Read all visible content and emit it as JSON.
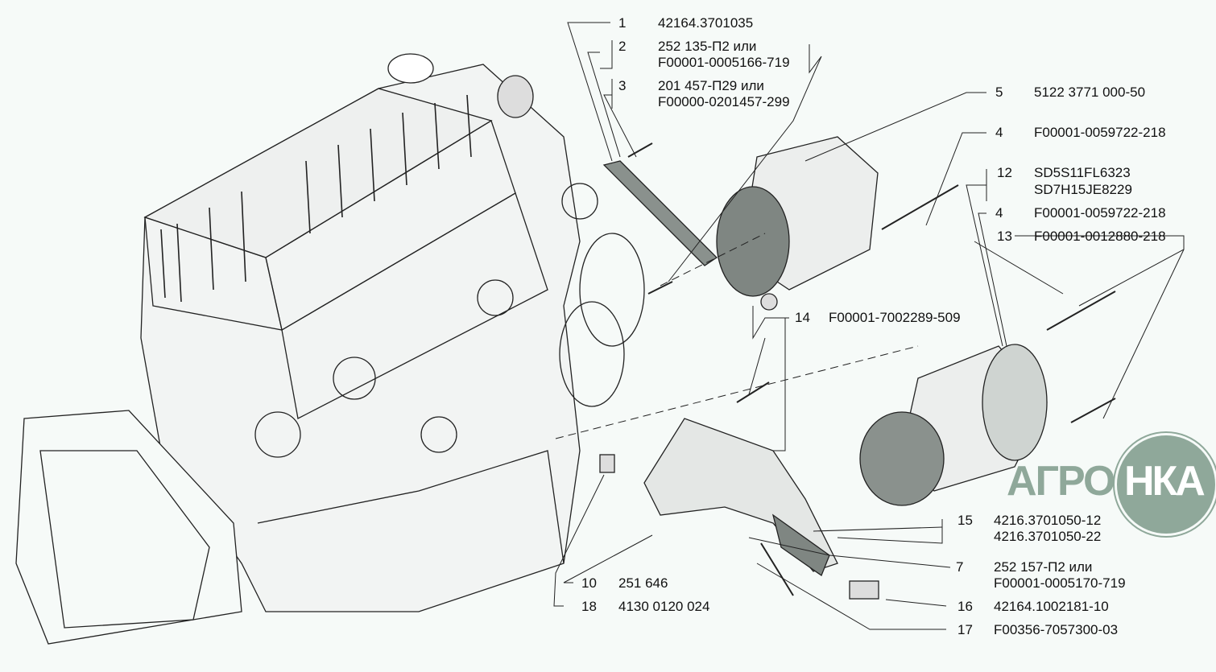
{
  "diagram": {
    "labels": [
      {
        "num": "1",
        "lines": [
          "42164.3701035"
        ]
      },
      {
        "num": "2",
        "lines": [
          "252 135-П2 или",
          "F00001-0005166-719"
        ]
      },
      {
        "num": "3",
        "lines": [
          "201 457-П29 или",
          "F00000-0201457-299"
        ]
      },
      {
        "num": "5",
        "lines": [
          "5122 3771 000-50"
        ]
      },
      {
        "num": "4",
        "lines": [
          "F00001-0059722-218"
        ]
      },
      {
        "num": "12",
        "lines": [
          "SD5S11FL6323",
          "SD7H15JE8229"
        ]
      },
      {
        "num": "4",
        "lines": [
          "F00001-0059722-218"
        ]
      },
      {
        "num": "13",
        "lines": [
          "F00001-0012880-218"
        ]
      },
      {
        "num": "14",
        "lines": [
          "F00001-7002289-509"
        ]
      },
      {
        "num": "15",
        "lines": [
          "4216.3701050-12",
          "4216.3701050-22"
        ]
      },
      {
        "num": "7",
        "lines": [
          "252 157-П2 или",
          "F00001-0005170-719"
        ]
      },
      {
        "num": "10",
        "lines": [
          "251 646"
        ]
      },
      {
        "num": "16",
        "lines": [
          "42164.1002181-10"
        ]
      },
      {
        "num": "18",
        "lines": [
          "4130 0120 024"
        ]
      },
      {
        "num": "17",
        "lines": [
          "F00356-7057300-03"
        ]
      }
    ],
    "logo": {
      "text_left": "АГРО",
      "text_right": "НКА",
      "color": "#8fa89a"
    }
  }
}
